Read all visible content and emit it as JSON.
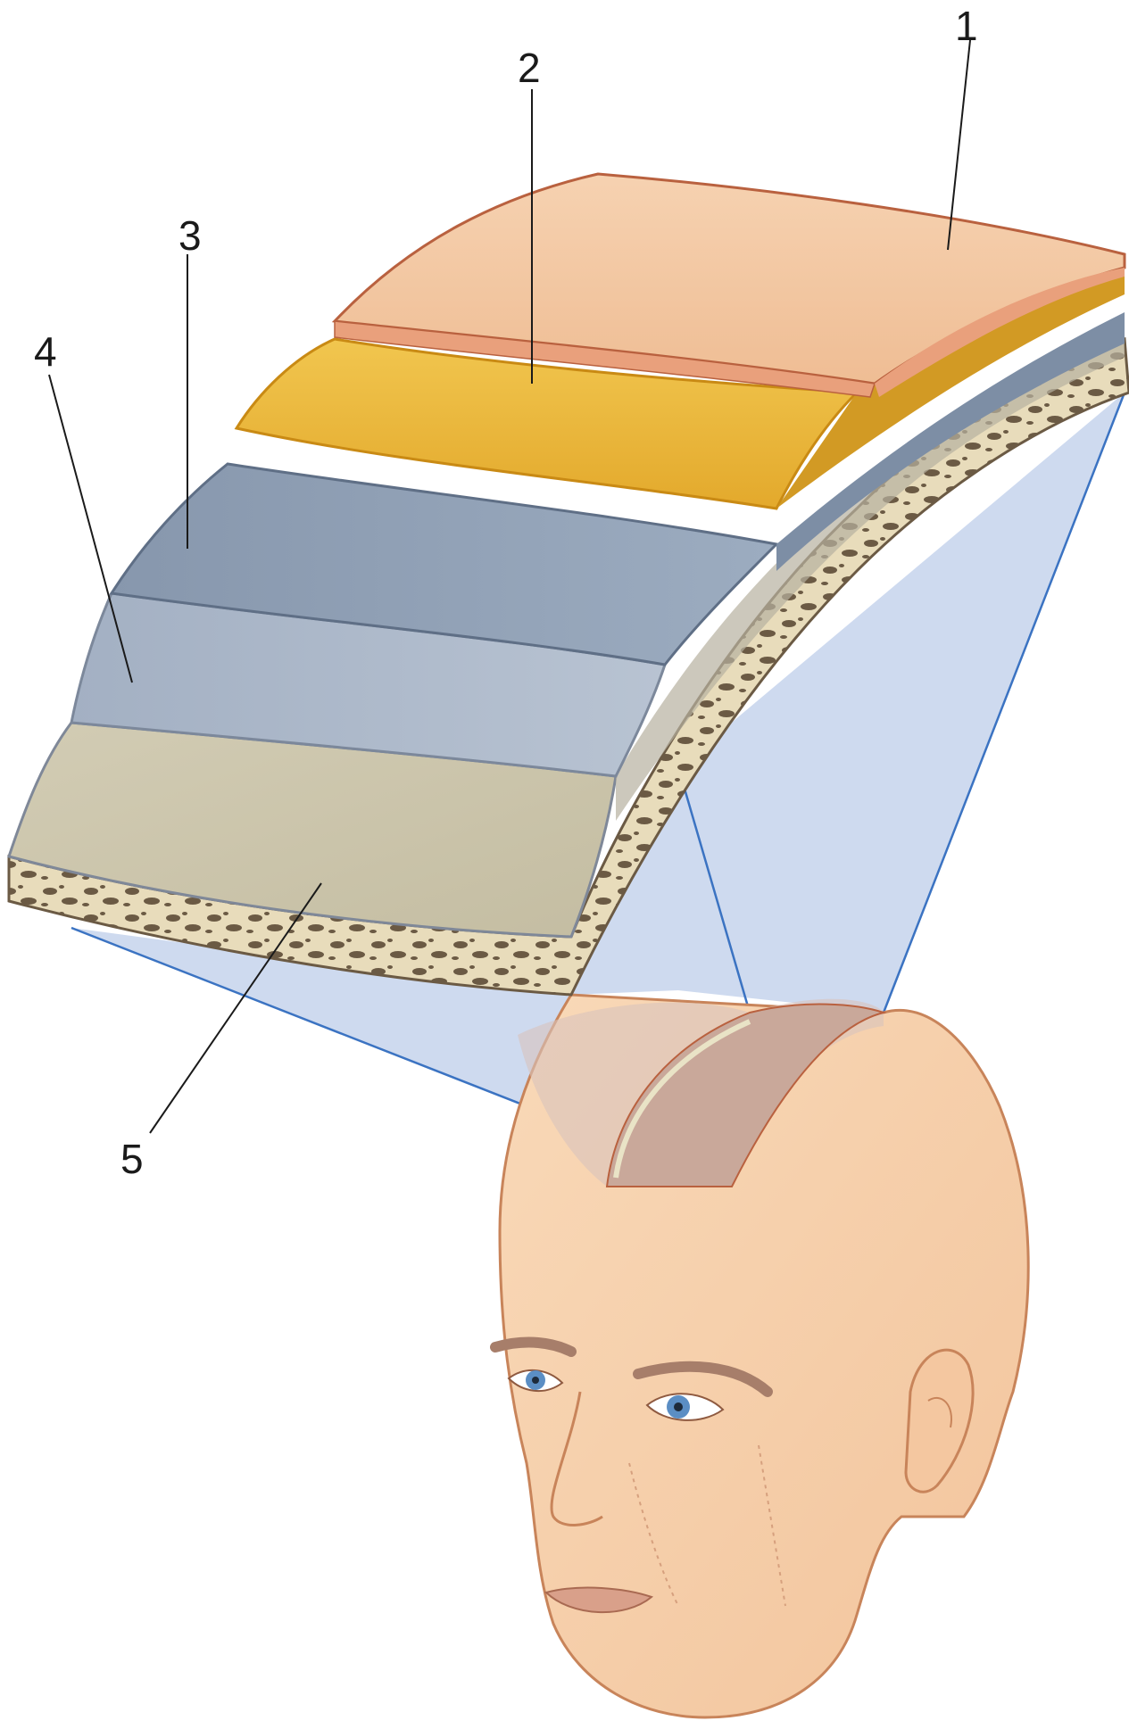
{
  "labels": [
    {
      "number": "1"
    },
    {
      "number": "2"
    },
    {
      "number": "3"
    },
    {
      "number": "4"
    },
    {
      "number": "5"
    }
  ],
  "colors": {
    "skin": "#f3c9a3",
    "skin_edge": "#b9613f",
    "fat": "#eab63c",
    "fat_edge": "#c98a14",
    "layer3": "#8fa0b6",
    "layer4": "#a9b5c7",
    "layer5": "#cdc6ad",
    "bone": "#e8dcbb",
    "bone_pores": "#6b5a44",
    "projection": "#c5d4ec",
    "projection_line": "#3b73c2",
    "face": "#f7d1ae",
    "face_outline": "#c8845a",
    "eye": "#5b8ec4"
  }
}
